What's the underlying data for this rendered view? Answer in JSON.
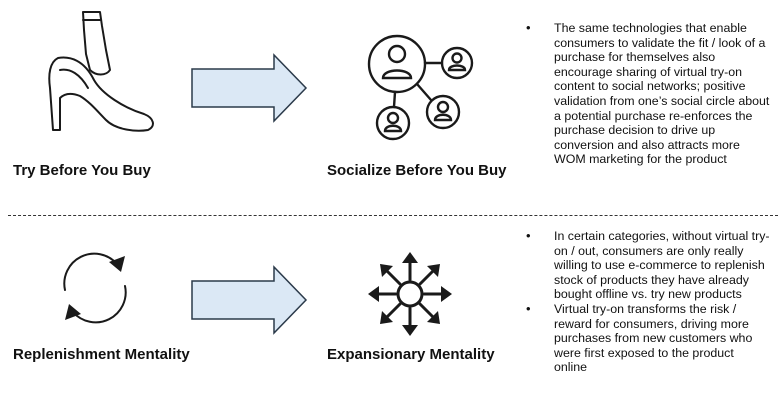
{
  "rows": [
    {
      "left_label": "Try Before You Buy",
      "right_label": "Socialize Before You Buy",
      "left_icon": "high-heel-shoe-icon",
      "right_icon": "social-network-icon",
      "bullets": [
        "The same technologies that enable consumers to validate the fit / look of a purchase for themselves also encourage sharing of virtual try-on content to social networks; positive validation from one’s social circle about a potential purchase re-enforces the purchase decision to drive up conversion and also attracts more WOM marketing for the product"
      ]
    },
    {
      "left_label": "Replenishment Mentality",
      "right_label": "Expansionary Mentality",
      "left_icon": "circular-arrows-icon",
      "right_icon": "expand-arrows-icon",
      "bullets": [
        "In certain categories, without virtual try-on / out, consumers are only really willing to use e-commerce to replenish stock of products they have already bought offline vs. try new products",
        "Virtual try-on transforms the risk / reward for consumers, driving more purchases from new customers who were first exposed to the product online"
      ]
    }
  ],
  "colors": {
    "arrow_fill": "#dbe8f5",
    "arrow_stroke": "#2b3a4a",
    "icon": "#1a1a1a"
  }
}
